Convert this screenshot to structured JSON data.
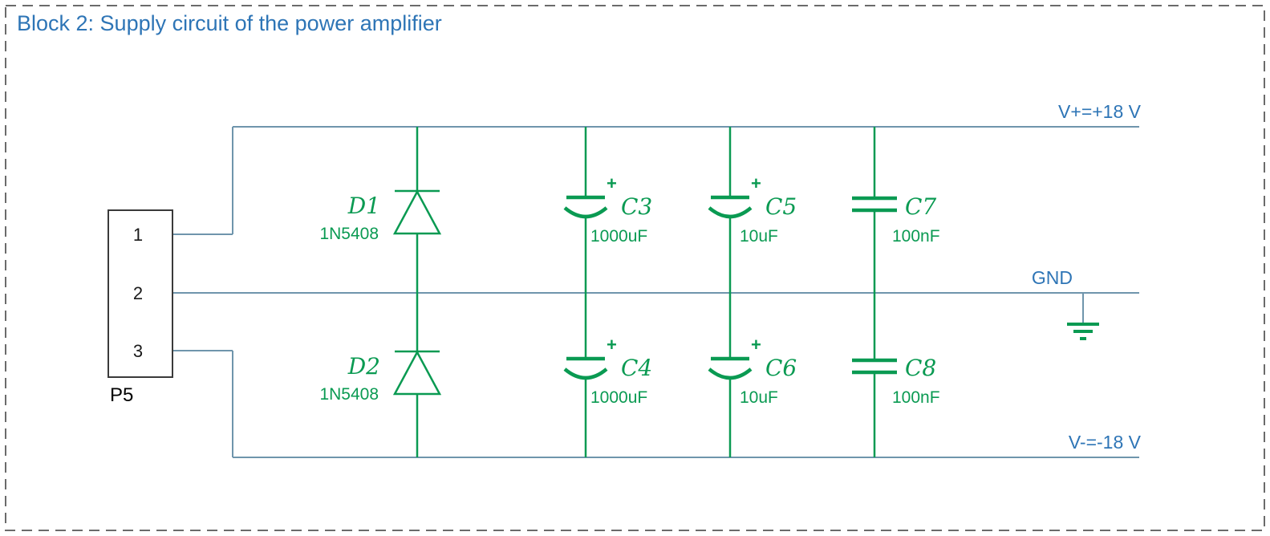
{
  "title": "Block 2: Supply circuit of the power amplifier",
  "rails": {
    "vplus_label": "V+=+18 V",
    "gnd_label": "GND",
    "vminus_label": "V-=-18 V"
  },
  "connector": {
    "ref": "P5",
    "pins": [
      "1",
      "2",
      "3"
    ]
  },
  "diodes": {
    "d1": {
      "ref": "D1",
      "value": "1N5408"
    },
    "d2": {
      "ref": "D2",
      "value": "1N5408"
    }
  },
  "capacitors": {
    "c3": {
      "ref": "C3",
      "value": "1000uF",
      "polarity": "+"
    },
    "c4": {
      "ref": "C4",
      "value": "1000uF",
      "polarity": "+"
    },
    "c5": {
      "ref": "C5",
      "value": "10uF",
      "polarity": "+"
    },
    "c6": {
      "ref": "C6",
      "value": "10uF",
      "polarity": "+"
    },
    "c7": {
      "ref": "C7",
      "value": "100nF"
    },
    "c8": {
      "ref": "C8",
      "value": "100nF"
    }
  },
  "icons": {
    "ground": "ground-symbol"
  },
  "colors": {
    "wire": "#6f95ac",
    "component_green": "#0a9a52",
    "label_blue": "#2e75b6",
    "text_black": "#1a1a1a"
  }
}
